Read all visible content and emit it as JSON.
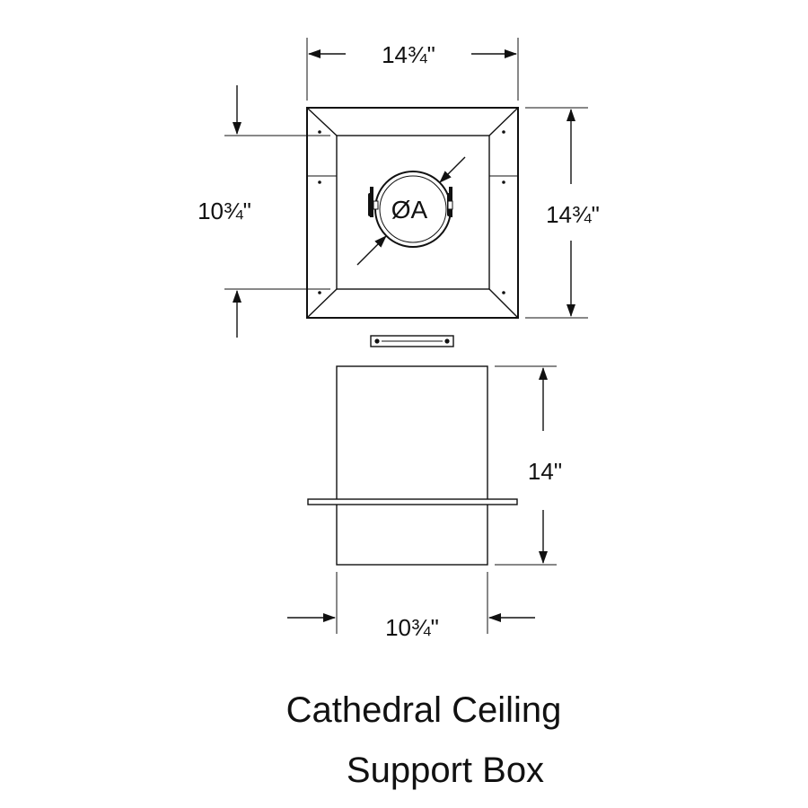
{
  "dimensions": {
    "top_width": "14¾\"",
    "top_height_right": "14¾\"",
    "inner_opening_left": "10¾\"",
    "box_height": "14\"",
    "box_width_bottom": "10¾\""
  },
  "pipe_label": "ØA",
  "title": {
    "line1": "Cathedral Ceiling",
    "line2": "Support Box"
  }
}
